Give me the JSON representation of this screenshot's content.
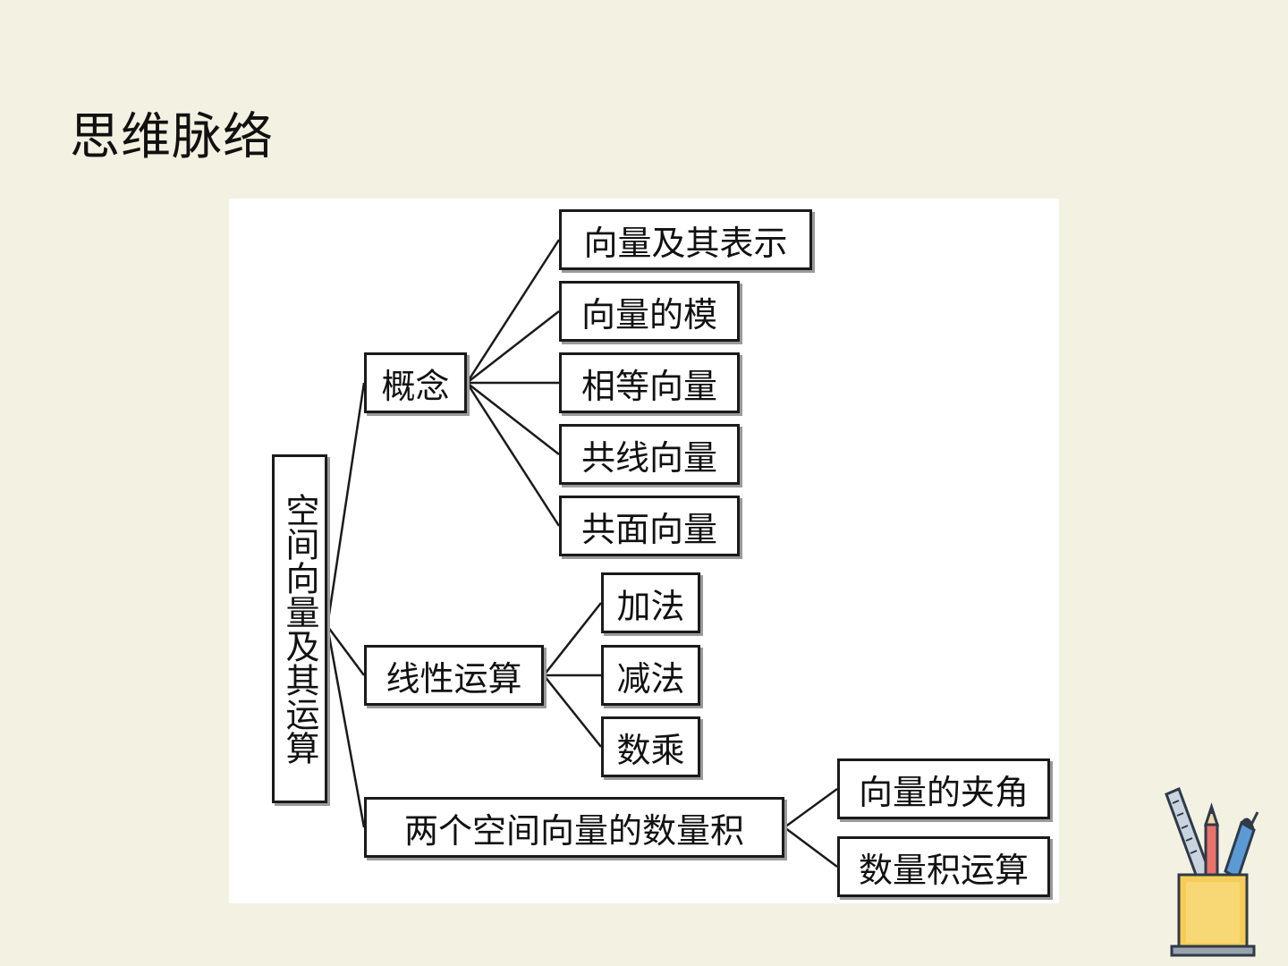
{
  "slide": {
    "title": "思维脉络"
  },
  "diagram": {
    "root": {
      "label": "空间向量及其运算"
    },
    "branches": [
      {
        "label": "概念",
        "children": [
          "向量及其表示",
          "向量的模",
          "相等向量",
          "共线向量",
          "共面向量"
        ]
      },
      {
        "label": "线性运算",
        "children": [
          "加法",
          "减法",
          "数乘"
        ]
      },
      {
        "label": "两个空间向量的数量积",
        "children": [
          "向量的夹角",
          "数量积运算"
        ]
      }
    ]
  },
  "decoration": {
    "icon": "pencil-cup-icon",
    "colors": {
      "cup": "#f5cd56",
      "ruler": "#c9d4df",
      "pencil": "#e8736a",
      "pen": "#5b9bd5",
      "outline": "#2f3a4a"
    }
  },
  "colors": {
    "background": "#f3f1e1",
    "panel": "#ffffff",
    "line": "#1a1a1a"
  }
}
